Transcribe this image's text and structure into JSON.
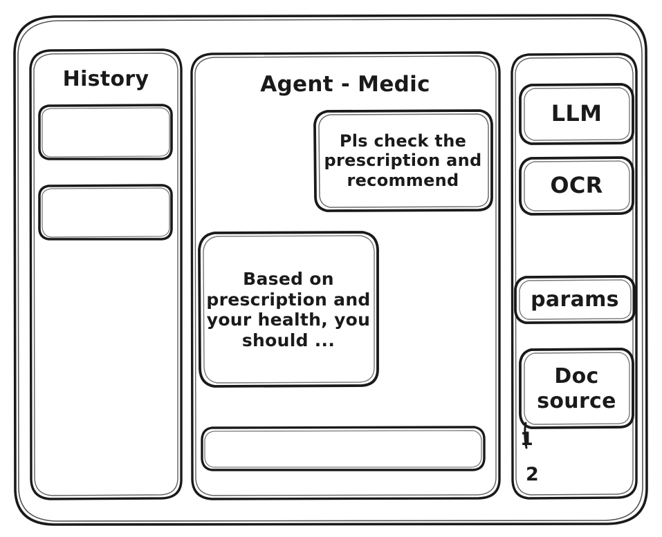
{
  "window": {
    "frame_label": "application-window"
  },
  "sidebar": {
    "title": "History",
    "items": [
      {
        "label": ""
      },
      {
        "label": ""
      }
    ]
  },
  "main": {
    "title": "Agent - Medic",
    "messages": [
      {
        "role": "user",
        "text": "Pls check the prescription and recommend"
      },
      {
        "role": "assistant",
        "text": "Based on prescription and your health, you should ..."
      }
    ],
    "composer": {
      "value": "",
      "placeholder": ""
    }
  },
  "tools": {
    "items": [
      {
        "label": "LLM"
      },
      {
        "label": "OCR"
      },
      {
        "label": "params"
      },
      {
        "label": "Doc source"
      }
    ],
    "doc_source_markers": [
      "1",
      "2"
    ]
  },
  "style": {
    "ink": "#1a1a1a",
    "paper": "#ffffff"
  }
}
